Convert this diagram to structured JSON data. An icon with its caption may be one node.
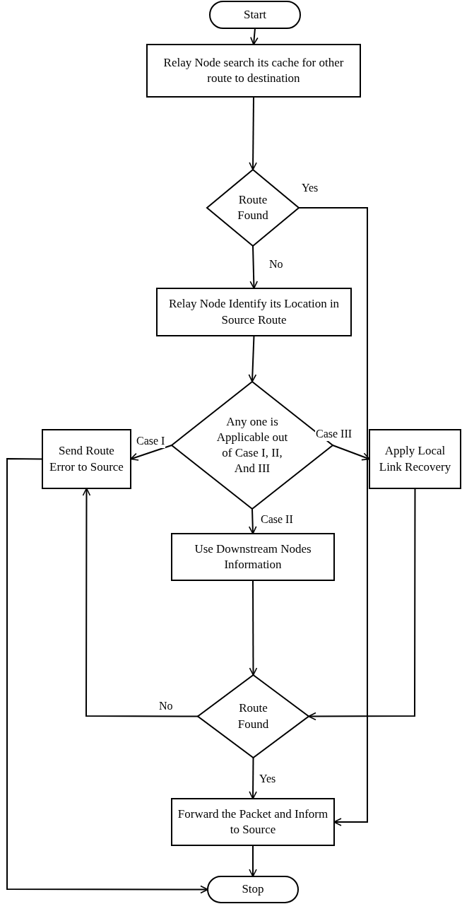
{
  "diagram": {
    "nodes": [
      {
        "text": [
          "Start"
        ]
      },
      {
        "text": [
          "Relay Node search its cache for other route to destination"
        ]
      },
      {
        "text": [
          "Route Found"
        ]
      },
      {
        "text": [
          "Relay Node Identify its Location in Source Route"
        ]
      },
      {
        "text": [
          "Any one is Applicable out of Case I, II, And III"
        ]
      },
      {
        "text": [
          "Send Route Error to Source"
        ]
      },
      {
        "text": [
          "Apply Local Link Recovery"
        ]
      },
      {
        "text": [
          "Use Downstream Nodes Information"
        ]
      },
      {
        "text": [
          "Route Found"
        ]
      },
      {
        "text": [
          "Forward the Packet and Inform to Source"
        ]
      },
      {
        "text": [
          "Stop"
        ]
      }
    ],
    "edges": [
      {
        "from": 0,
        "to": 1,
        "arrow": "to"
      },
      {
        "from": 1,
        "to": 2,
        "arrow": "to"
      },
      {
        "from": 2,
        "to": 9,
        "arrow": "to",
        "label": "Yes"
      },
      {
        "from": 2,
        "to": 3,
        "arrow": "to",
        "label": "No"
      },
      {
        "from": 3,
        "to": 4,
        "arrow": "to"
      },
      {
        "from": 4,
        "to": 5,
        "arrow": "to",
        "label": "Case I"
      },
      {
        "from": 4,
        "to": 6,
        "arrow": "to",
        "label": "Case III"
      },
      {
        "from": 4,
        "to": 7,
        "arrow": "to",
        "label": "Case II"
      },
      {
        "from": 7,
        "to": 8,
        "arrow": "to"
      },
      {
        "from": 8,
        "to": 5,
        "arrow": "to",
        "label": "No"
      },
      {
        "from": 6,
        "to": 8,
        "arrow": "to"
      },
      {
        "from": 8,
        "to": 9,
        "arrow": "to",
        "label": "Yes"
      },
      {
        "from": 9,
        "to": 10,
        "arrow": "to"
      },
      {
        "from": 5,
        "to": 10,
        "arrow": "to"
      }
    ]
  }
}
